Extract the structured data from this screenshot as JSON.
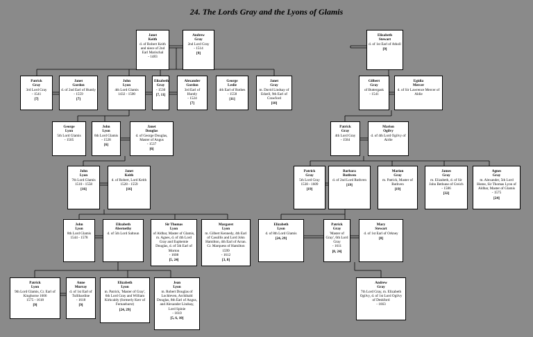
{
  "title": "24. The Lords Gray and the Lyons of Glamis",
  "people": {
    "janet_keith_1": {
      "n1": "Janet",
      "n2": "Keith",
      "d": "d. of Robert Keith and niece of 2nd Earl Marischal",
      "y": "- 1483",
      "r": ""
    },
    "andrew_gray_2": {
      "n1": "Andrew",
      "n2": "Gray",
      "d": "2nd Lord Gray",
      "y": "- 1514",
      "r": "[9]"
    },
    "elizabeth_stewart": {
      "n1": "Elizabeth",
      "n2": "Stewart",
      "d": "d. of 1st Earl of Atholl",
      "y": "",
      "r": "[9]"
    },
    "patrick_gray_3": {
      "n1": "Patrick",
      "n2": "Gray",
      "d": "3rd Lord Gray",
      "y": "- 1541",
      "r": "[7]"
    },
    "janet_gordon": {
      "n1": "Janet",
      "n2": "Gordon",
      "d": "d. of 2nd Earl of Huntly",
      "y": "- 1559",
      "r": "[7]"
    },
    "john_lyon_4": {
      "n1": "John",
      "n2": "Lyon",
      "d": "4th Lord Glamis",
      "y": "1432 - 1500",
      "r": ""
    },
    "elizabeth_gray": {
      "n1": "Elizabeth",
      "n2": "Gray",
      "d": "",
      "y": "- 1530",
      "r": "[7, 11]"
    },
    "alexander_gordon": {
      "n1": "Alexander",
      "n2": "Gordon",
      "d": "3rd Earl of Huntly",
      "y": "- 1524",
      "r": "[7]"
    },
    "george_leslie": {
      "n1": "George",
      "n2": "Leslie",
      "d": "4th Earl of Rothes",
      "y": "- 1558",
      "r": "[11]"
    },
    "janet_gray_lindsay": {
      "n1": "Janet",
      "n2": "Gray",
      "d": "m. David Lindsay of Edzell, 9th Earl of Crawford",
      "y": "",
      "r": "[10]"
    },
    "gilbert_gray": {
      "n1": "Gilbert",
      "n2": "Gray",
      "d": "of Buttergask",
      "y": "- 1541",
      "r": ""
    },
    "egidia_mercer": {
      "n1": "Egidia",
      "n2": "Mercer",
      "d": "d. of Sir Lawrence Mercer of Aldie",
      "y": "",
      "r": ""
    },
    "george_lyon_5": {
      "n1": "George",
      "n2": "Lyon",
      "d": "5th Lord Glamis",
      "y": "- 1505",
      "r": ""
    },
    "john_lyon_6": {
      "n1": "John",
      "n2": "Lyon",
      "d": "6th Lord Glamis",
      "y": "- 1528",
      "r": "[6]"
    },
    "janet_douglas": {
      "n1": "Janet",
      "n2": "Douglas",
      "d": "d. of George Douglas, Master of Angus",
      "y": "- 1537",
      "r": "[6]"
    },
    "patrick_gray_4": {
      "n1": "Patrick",
      "n2": "Gray",
      "d": "4th Lord Gray",
      "y": "- 1584",
      "r": ""
    },
    "marion_ogilvy": {
      "n1": "Marion",
      "n2": "Ogilvy",
      "d": "d. of 4th Lord Ogilvy of Airlie",
      "y": "",
      "r": ""
    },
    "john_lyon_7": {
      "n1": "John",
      "n2": "Lyon",
      "d": "7th Lord Glamis",
      "y": "1510 - 1558",
      "r": "[16]"
    },
    "janet_keith_2": {
      "n1": "Janet",
      "n2": "Keith",
      "d": "d. of Robert, Lord Keith",
      "y": "1528 - 1559",
      "r": "[16]"
    },
    "patrick_gray_5": {
      "n1": "Patrick",
      "n2": "Gray",
      "d": "5th Lord Gray",
      "y": "1538 - 1609",
      "r": "[19]"
    },
    "barbara_ruthven": {
      "n1": "Barbara",
      "n2": "Ruthven",
      "d": "d. of 2nd Lord Ruthven",
      "y": "",
      "r": "[19]"
    },
    "marion_gray": {
      "n1": "Marion",
      "n2": "Gray",
      "d": "m. Patrick, Master of Ruthven",
      "y": "",
      "r": "[19]"
    },
    "james_gray": {
      "n1": "James",
      "n2": "Gray",
      "d": "m. Elizabeth, d. of Sir John Bethune of Creich",
      "y": "- 1586",
      "r": "[32]"
    },
    "agnes_gray": {
      "n1": "Agnes",
      "n2": "Gray",
      "d": "m. Alexander, 5th Lord Home, Sir Thomas Lyon of Aldbar, Master of Glamis",
      "y": "- 1575",
      "r": "[24]"
    },
    "john_lyon_8": {
      "n1": "John",
      "n2": "Lyon",
      "d": "8th Lord Glamis",
      "y": "1544 - 1578",
      "r": ""
    },
    "elizabeth_abernethy": {
      "n1": "Elizabeth",
      "n2": "Abernethy",
      "d": "d. of 5th Lord Saltoun",
      "y": "",
      "r": ""
    },
    "sir_thomas_lyon": {
      "n1": "Sir Thomas",
      "n2": "Lyon",
      "d": "of Aldbar, Master of Glamis, m. Agnes, d. of 4th Lord Gray and Euphemie Douglas, d. of 5th Earl of Morton",
      "y": "- 1608",
      "r": "[5, 24]"
    },
    "margaret_lyon": {
      "n1": "Margaret",
      "n2": "Lyon",
      "d": "m. Gilbert Kennedy, 4th Earl of Cassillis and Lord John Hamilton, 4th Earl of Arran. Cr. Marquess of Hamilton 1599",
      "y": "- 1612",
      "r": "[3, 8]"
    },
    "elizabeth_lyon_1": {
      "n1": "Elizabeth",
      "n2": "Lyon",
      "d": "d. of 8th Lord Glamis",
      "y": "",
      "r": "[24, 29]"
    },
    "patrick_gray_6": {
      "n1": "Patrick",
      "n2": "Gray",
      "d": "'Master of Gray', 6th Lord Gray",
      "y": "- 1611",
      "r": "[8, 24]"
    },
    "mary_stewart": {
      "n1": "Mary",
      "n2": "Stewart",
      "d": "d. of 1st Earl of Orkney",
      "y": "",
      "r": "[8]"
    },
    "patrick_lyon_9": {
      "n1": "Patrick",
      "n2": "Lyon",
      "d": "9th Lord Glamis, Cr. Earl of Kinghorne 1606",
      "y": "1575 - 1618",
      "r": "[9]"
    },
    "anne_murray": {
      "n1": "Anne",
      "n2": "Murray",
      "d": "d. of 1st Earl of Tullibardine",
      "y": "- 1618",
      "r": "[9]"
    },
    "elizabeth_lyon_2": {
      "n1": "Elizabeth",
      "n2": "Lyon",
      "d": "m. Patrick, 'Master of Gray', 6th Lord Gray and William Kirkcaldy (formerly Kerr of Fernaehurst)",
      "y": "",
      "r": "[24, 29]"
    },
    "jean_lyon": {
      "n1": "Jean",
      "n2": "Lyon",
      "d": "m. Robert Douglas of Lochleven, Archibald Douglas, 8th Earl of Angus, and Alexander Lindsay, Lord Spinie",
      "y": "- 1610",
      "r": "[5, 6, 10]"
    },
    "andrew_gray_7": {
      "n1": "Andrew",
      "n2": "Gray",
      "d": "7th Lord Gray, m. Elizabeth Ogilvy, d. of 1st Lord Ogilvy of Deskford",
      "y": "- 1663",
      "r": ""
    }
  }
}
